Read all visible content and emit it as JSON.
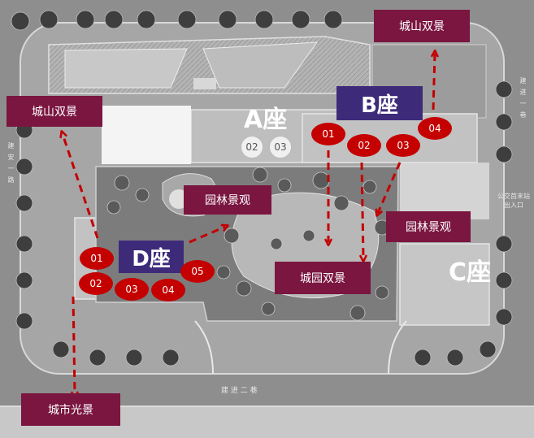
{
  "buildings": {
    "a": {
      "label": "A座",
      "units": [
        "02",
        "03"
      ]
    },
    "b": {
      "label": "B座",
      "units": [
        "01",
        "02",
        "03",
        "04"
      ]
    },
    "c": {
      "label": "C座"
    },
    "d": {
      "label": "D座",
      "units": [
        "01",
        "02",
        "03",
        "04",
        "05"
      ]
    }
  },
  "views": {
    "mountain_top_right": "城山双景",
    "mountain_left": "城山双景",
    "garden_center": "园林景观",
    "garden_right": "园林景观",
    "city_garden": "城园双景",
    "city_light": "城市光景"
  },
  "streets": {
    "left": "建安一路",
    "right": "建进一巷",
    "bottom": "建 进 二 巷",
    "bus_entrance": "公交首末站出入口"
  },
  "colors": {
    "view_label_bg": "#7a1640",
    "building_label_bg": "#3d2b7a",
    "bubble": "#c40000",
    "arrow": "#c40000"
  }
}
